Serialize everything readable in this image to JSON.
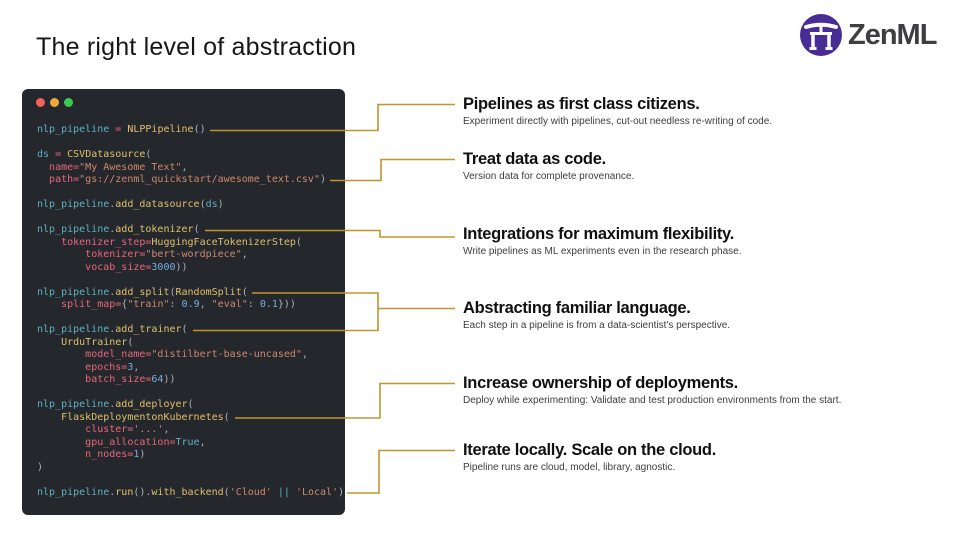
{
  "header": {
    "title": "The right level of abstraction"
  },
  "logo": {
    "text": "ZenML",
    "icon": "torii-gate-icon",
    "brand_color": "#4a2d94"
  },
  "editor": {
    "window_controls": [
      "window-close-icon",
      "window-minimize-icon",
      "window-zoom-icon"
    ],
    "code_lines": [
      [
        [
          "v",
          "nlp_pipeline"
        ],
        [
          "p",
          " "
        ],
        [
          "o",
          "="
        ],
        [
          "p",
          " "
        ],
        [
          "f",
          "NLPPipeline"
        ],
        [
          "p",
          "()"
        ]
      ],
      [],
      [
        [
          "v",
          "ds"
        ],
        [
          "p",
          " "
        ],
        [
          "o",
          "="
        ],
        [
          "p",
          " "
        ],
        [
          "f",
          "CSVDatasource"
        ],
        [
          "p",
          "("
        ]
      ],
      [
        [
          "p",
          "  "
        ],
        [
          "o",
          "name="
        ],
        [
          "s",
          "\"My Awesome Text\""
        ],
        [
          "p",
          ","
        ]
      ],
      [
        [
          "p",
          "  "
        ],
        [
          "o",
          "path="
        ],
        [
          "s",
          "\"gs://zenml_quickstart/awesome_text.csv\""
        ],
        [
          "p",
          ")"
        ]
      ],
      [],
      [
        [
          "v",
          "nlp_pipeline"
        ],
        [
          "p",
          "."
        ],
        [
          "f",
          "add_datasource"
        ],
        [
          "p",
          "("
        ],
        [
          "v",
          "ds"
        ],
        [
          "p",
          ")"
        ]
      ],
      [],
      [
        [
          "v",
          "nlp_pipeline"
        ],
        [
          "p",
          "."
        ],
        [
          "f",
          "add_tokenizer"
        ],
        [
          "p",
          "("
        ]
      ],
      [
        [
          "p",
          "    "
        ],
        [
          "o",
          "tokenizer_step="
        ],
        [
          "f",
          "HuggingFaceTokenizerStep"
        ],
        [
          "p",
          "("
        ]
      ],
      [
        [
          "p",
          "        "
        ],
        [
          "o",
          "tokenizer="
        ],
        [
          "s",
          "\"bert-wordpiece\""
        ],
        [
          "p",
          ","
        ]
      ],
      [
        [
          "p",
          "        "
        ],
        [
          "o",
          "vocab_size="
        ],
        [
          "n",
          "3000"
        ],
        [
          "p",
          "))"
        ]
      ],
      [],
      [
        [
          "v",
          "nlp_pipeline"
        ],
        [
          "p",
          "."
        ],
        [
          "f",
          "add_split"
        ],
        [
          "p",
          "("
        ],
        [
          "f",
          "RandomSplit"
        ],
        [
          "p",
          "("
        ]
      ],
      [
        [
          "p",
          "    "
        ],
        [
          "o",
          "split_map="
        ],
        [
          "p",
          "{"
        ],
        [
          "s",
          "\"train\""
        ],
        [
          "p",
          ": "
        ],
        [
          "n",
          "0.9"
        ],
        [
          "p",
          ", "
        ],
        [
          "s",
          "\"eval\""
        ],
        [
          "p",
          ": "
        ],
        [
          "n",
          "0.1"
        ],
        [
          "p",
          "}))"
        ]
      ],
      [],
      [
        [
          "v",
          "nlp_pipeline"
        ],
        [
          "p",
          "."
        ],
        [
          "f",
          "add_trainer"
        ],
        [
          "p",
          "("
        ]
      ],
      [
        [
          "p",
          "    "
        ],
        [
          "f",
          "UrduTrainer"
        ],
        [
          "p",
          "("
        ]
      ],
      [
        [
          "p",
          "        "
        ],
        [
          "o",
          "model_name="
        ],
        [
          "s",
          "\"distilbert-base-uncased\""
        ],
        [
          "p",
          ","
        ]
      ],
      [
        [
          "p",
          "        "
        ],
        [
          "o",
          "epochs="
        ],
        [
          "n",
          "3"
        ],
        [
          "p",
          ","
        ]
      ],
      [
        [
          "p",
          "        "
        ],
        [
          "o",
          "batch_size="
        ],
        [
          "n",
          "64"
        ],
        [
          "p",
          "))"
        ]
      ],
      [],
      [
        [
          "v",
          "nlp_pipeline"
        ],
        [
          "p",
          "."
        ],
        [
          "f",
          "add_deployer"
        ],
        [
          "p",
          "("
        ]
      ],
      [
        [
          "p",
          "    "
        ],
        [
          "f",
          "FlaskDeploymentonKubernetes"
        ],
        [
          "p",
          "("
        ]
      ],
      [
        [
          "p",
          "        "
        ],
        [
          "o",
          "cluster="
        ],
        [
          "s",
          "'...'"
        ],
        [
          "p",
          ","
        ]
      ],
      [
        [
          "p",
          "        "
        ],
        [
          "o",
          "gpu_allocation="
        ],
        [
          "k",
          "True"
        ],
        [
          "p",
          ","
        ]
      ],
      [
        [
          "p",
          "        "
        ],
        [
          "o",
          "n_nodes="
        ],
        [
          "n",
          "1"
        ],
        [
          "p",
          ")"
        ]
      ],
      [
        [
          "p",
          ")"
        ]
      ],
      [],
      [
        [
          "v",
          "nlp_pipeline"
        ],
        [
          "p",
          "."
        ],
        [
          "f",
          "run"
        ],
        [
          "p",
          "()."
        ],
        [
          "f",
          "with_backend"
        ],
        [
          "p",
          "("
        ],
        [
          "s",
          "'Cloud'"
        ],
        [
          "p",
          " "
        ],
        [
          "k",
          "||"
        ],
        [
          "p",
          " "
        ],
        [
          "s",
          "'Local'"
        ],
        [
          "p",
          ")"
        ]
      ]
    ]
  },
  "annotations": [
    {
      "title": "Pipelines as first class citizens.",
      "subtitle": "Experiment directly with pipelines, cut-out needless re-writing of code."
    },
    {
      "title": "Treat data as code.",
      "subtitle": "Version data for complete provenance."
    },
    {
      "title": "Integrations for maximum flexibility.",
      "subtitle": "Write pipelines as ML experiments even in the research phase."
    },
    {
      "title": "Abstracting familiar language.",
      "subtitle": "Each step in a pipeline is from a data-scientist's perspective."
    },
    {
      "title": "Increase ownership of deployments.",
      "subtitle": "Deploy while experimenting: Validate and test production environments from the start."
    },
    {
      "title": "Iterate locally. Scale on the cloud.",
      "subtitle": "Pipeline runs are cloud, model, library, agnostic."
    }
  ],
  "colors": {
    "accent_gold": "#c0952e",
    "brand_purple": "#4a2d94",
    "editor_bg": "#24272c",
    "traffic_red": "#f4605a",
    "traffic_yellow": "#f0a93c",
    "traffic_green": "#3dc84f",
    "code_variable": "#5fb0c1",
    "code_operator": "#e8677c",
    "code_function": "#dfc06a",
    "code_string": "#d0886d",
    "code_number": "#79aee0",
    "code_constant": "#5fb0c1",
    "code_plain": "#a9b1bb"
  }
}
